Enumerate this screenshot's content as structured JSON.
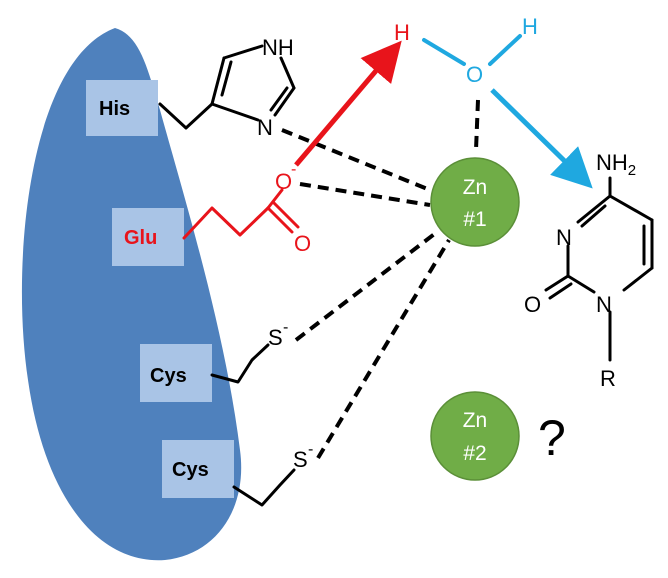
{
  "colors": {
    "protein": "#4f81bd",
    "label_box": "#a9c4e6",
    "zinc": "#70ad47",
    "zinc_stroke": "#5b8f38",
    "glu": "#e8141b",
    "water": "#1fa8e0",
    "bond": "#000000"
  },
  "residues": {
    "his": "His",
    "glu": "Glu",
    "cys1": "Cys",
    "cys2": "Cys"
  },
  "imidazole": {
    "nh": "NH",
    "n": "N"
  },
  "glutamate": {
    "o_minus": "O",
    "charge": "-",
    "o": "O"
  },
  "thiolates": {
    "s1": "S",
    "s1_charge": "-",
    "s2": "S",
    "s2_charge": "-"
  },
  "water": {
    "h_left": "H",
    "o": "O",
    "h_right": "H"
  },
  "zinc1": {
    "line1": "Zn",
    "line2": "#1"
  },
  "zinc2": {
    "line1": "Zn",
    "line2": "#2"
  },
  "question": "?",
  "cytosine": {
    "nh2": "NH",
    "nh2_sub": "2",
    "n3": "N",
    "o2": "O",
    "n1": "N",
    "r": "R"
  }
}
